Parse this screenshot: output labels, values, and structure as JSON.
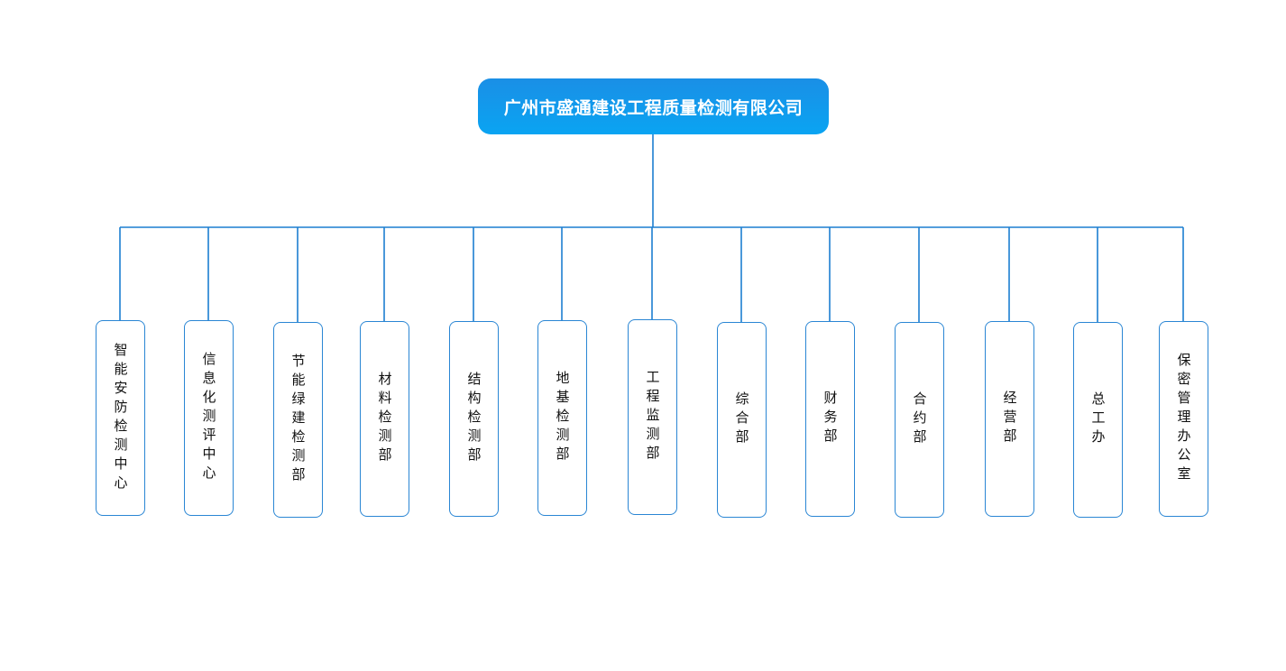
{
  "colors": {
    "line": "#1c7fd0",
    "box_border": "#2a86d4",
    "root_fill_top": "#1a8fe6",
    "root_fill_bottom": "#0aa4f2",
    "root_text": "#ffffff",
    "dept_text": "#111111"
  },
  "root": {
    "label": "广州市盛通建设工程质量检测有限公司"
  },
  "departments": [
    {
      "label": "智能安防检测中心"
    },
    {
      "label": "信息化测评中心"
    },
    {
      "label": "节能绿建检测部"
    },
    {
      "label": "材料检测部"
    },
    {
      "label": "结构检测部"
    },
    {
      "label": "地基检测部"
    },
    {
      "label": "工程监测部"
    },
    {
      "label": "综合部"
    },
    {
      "label": "财务部"
    },
    {
      "label": "合约部"
    },
    {
      "label": "经营部"
    },
    {
      "label": "总工办"
    },
    {
      "label": "保密管理办公室"
    }
  ]
}
